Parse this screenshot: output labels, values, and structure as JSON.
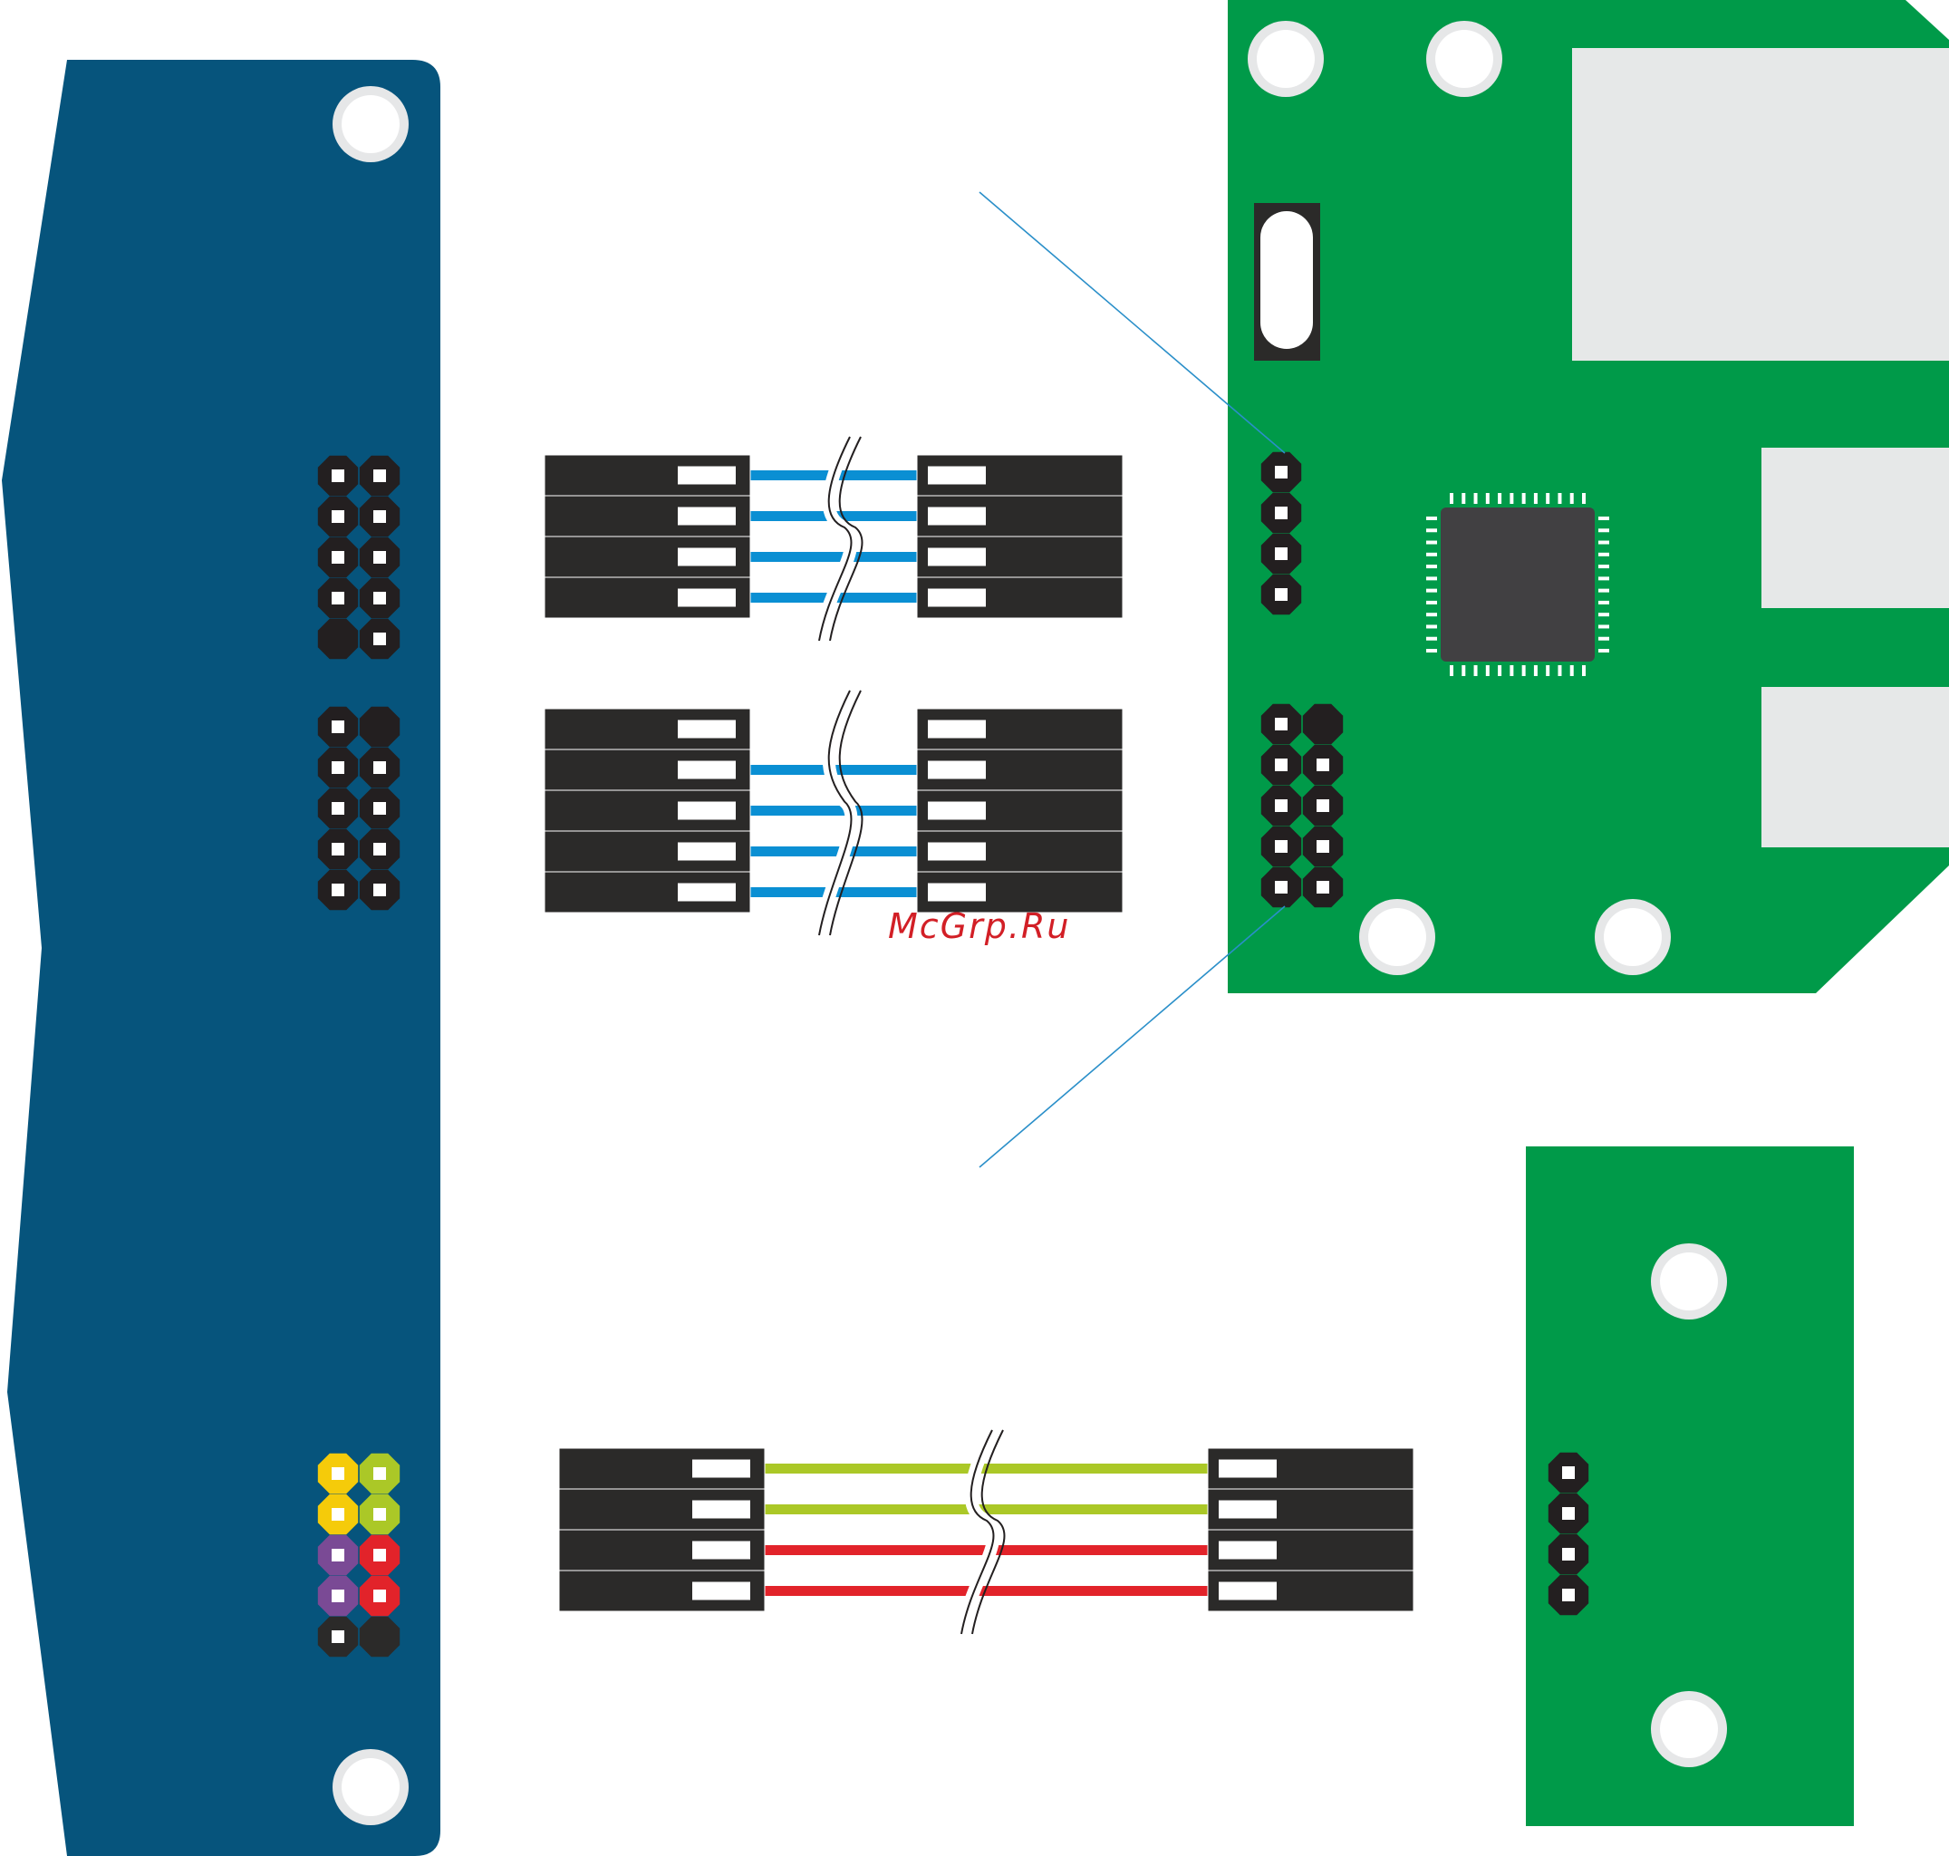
{
  "watermark": "McGrp.Ru",
  "colors": {
    "blue_board": "#06547c",
    "green_board": "#009a49",
    "hole": "#ffffff",
    "hole_ring": "#e6e7e8",
    "pin_body": "#231f20",
    "pin_dark": "#2b2a29",
    "chip_pad": "#ffffff",
    "panel_grey": "#e6e8e8",
    "wire_blue": "#0a8fd3",
    "wire_lime": "#abc827",
    "wire_red": "#e2232a",
    "pin_yellow": "#f5cb0a",
    "pin_lime": "#abc827",
    "pin_purple": "#7a4a95",
    "pin_red": "#e2232a",
    "leader_line": "#2a8fc9"
  },
  "blue_board": {
    "header_top": [
      "pin",
      "pin",
      "pin",
      "pin",
      "pin",
      "pin",
      "pin",
      "pin",
      "blank",
      "pin"
    ],
    "header_mid": [
      "pin",
      "blank",
      "pin",
      "pin",
      "pin",
      "pin",
      "pin",
      "pin",
      "pin",
      "pin"
    ],
    "header_bottom": [
      {
        "kind": "pin",
        "color": "pin_yellow"
      },
      {
        "kind": "pin",
        "color": "pin_lime"
      },
      {
        "kind": "pin",
        "color": "pin_yellow"
      },
      {
        "kind": "pin",
        "color": "pin_lime"
      },
      {
        "kind": "pin",
        "color": "pin_purple"
      },
      {
        "kind": "pin",
        "color": "pin_red"
      },
      {
        "kind": "pin",
        "color": "pin_purple"
      },
      {
        "kind": "pin",
        "color": "pin_red"
      },
      {
        "kind": "pin",
        "color": "pin_dark"
      },
      {
        "kind": "blank",
        "color": "pin_dark"
      }
    ]
  },
  "green_board": {
    "header_single": 4,
    "header_double": [
      "pin",
      "blank",
      "pin",
      "pin",
      "pin",
      "pin",
      "pin",
      "pin",
      "pin",
      "pin"
    ]
  },
  "small_board": {
    "header_single": 4
  },
  "cables": [
    {
      "id": "cable-top",
      "wires": [
        "wire_blue",
        "wire_blue",
        "wire_blue",
        "wire_blue"
      ],
      "count": 4
    },
    {
      "id": "cable-mid",
      "wires": [
        null,
        "wire_blue",
        "wire_blue",
        "wire_blue",
        "wire_blue"
      ],
      "count": 5
    },
    {
      "id": "cable-bottom",
      "wires": [
        "wire_lime",
        "wire_lime",
        "wire_red",
        "wire_red"
      ],
      "count": 4
    }
  ]
}
